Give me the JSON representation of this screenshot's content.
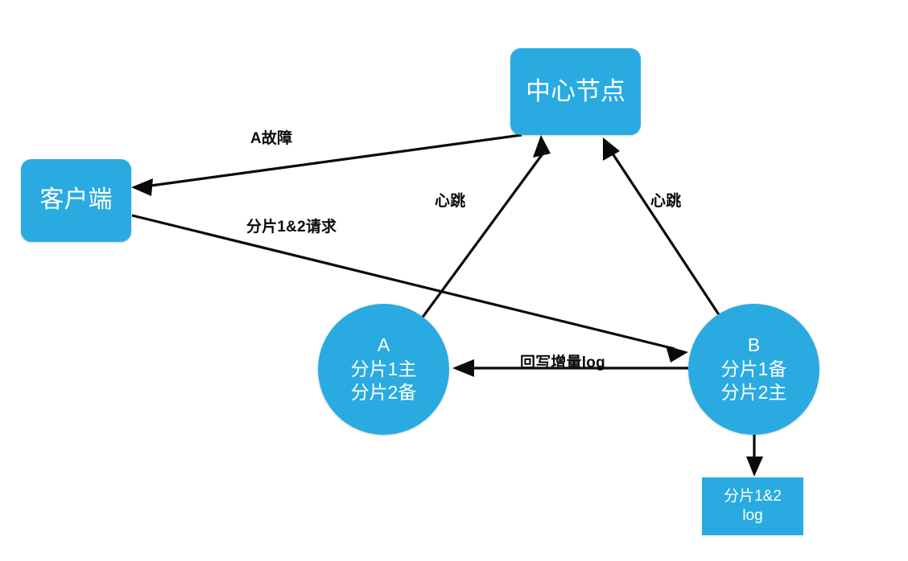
{
  "diagram": {
    "type": "flow-network",
    "accent_color": "#29abe2",
    "line_color": "#0a0a0a",
    "background": "#ffffff",
    "nodes": [
      {
        "id": "center",
        "shape": "rounded-rect",
        "lines": [
          "中心节点"
        ]
      },
      {
        "id": "client",
        "shape": "rounded-rect",
        "lines": [
          "客户端"
        ]
      },
      {
        "id": "a",
        "shape": "circle",
        "lines": [
          "A",
          "分片1主",
          "分片2备"
        ]
      },
      {
        "id": "b",
        "shape": "circle",
        "lines": [
          "B",
          "分片1备",
          "分片2主"
        ]
      },
      {
        "id": "log",
        "shape": "rect",
        "lines": [
          "分片1&2",
          "log"
        ]
      }
    ],
    "edges": [
      {
        "id": "center-to-client",
        "from": "center",
        "to": "client",
        "label": "A故障",
        "arrow": "to"
      },
      {
        "id": "client-to-b",
        "from": "client",
        "to": "b",
        "label": "分片1&2请求",
        "arrow": "to"
      },
      {
        "id": "a-to-center",
        "from": "a",
        "to": "center",
        "label": "心跳",
        "arrow": "to"
      },
      {
        "id": "b-to-center",
        "from": "b",
        "to": "center",
        "label": "心跳",
        "arrow": "to"
      },
      {
        "id": "b-to-a",
        "from": "b",
        "to": "a",
        "label": "回写增量log",
        "arrow": "to"
      },
      {
        "id": "b-to-log",
        "from": "b",
        "to": "log",
        "label": "",
        "arrow": "to"
      }
    ]
  }
}
